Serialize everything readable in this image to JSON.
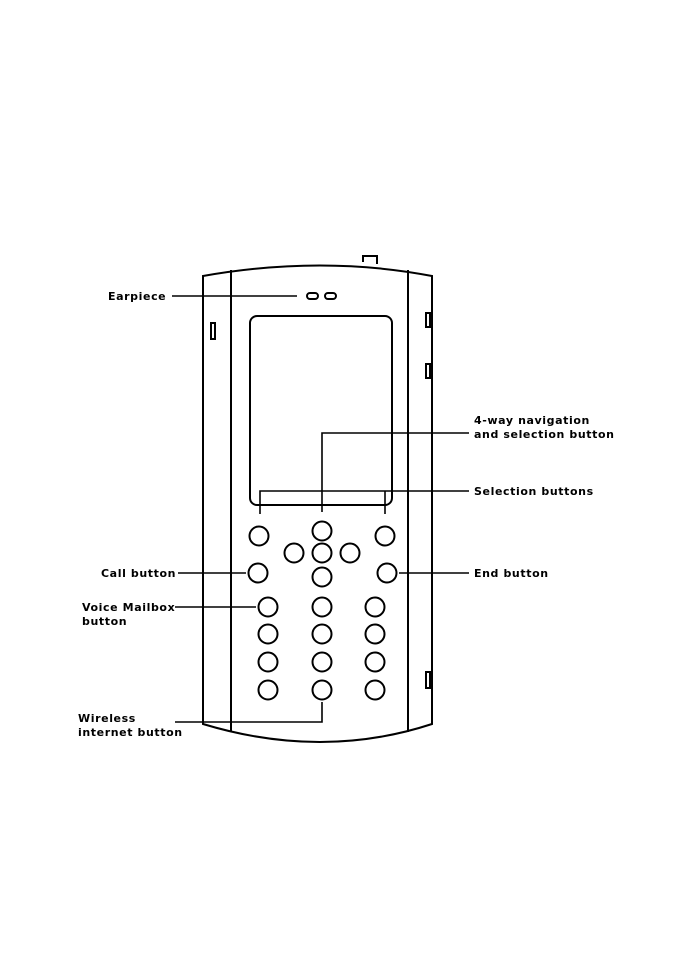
{
  "labels": {
    "earpiece": "Earpiece",
    "nav_line1": "4-way navigation",
    "nav_line2": "and selection button",
    "selection": "Selection buttons",
    "call": "Call button",
    "end": "End button",
    "voicemail_line1": "Voice Mailbox",
    "voicemail_line2": "button",
    "wireless_line1": "Wireless",
    "wireless_line2": "internet button"
  },
  "keypad": {
    "rows": 4,
    "columns": 3
  }
}
